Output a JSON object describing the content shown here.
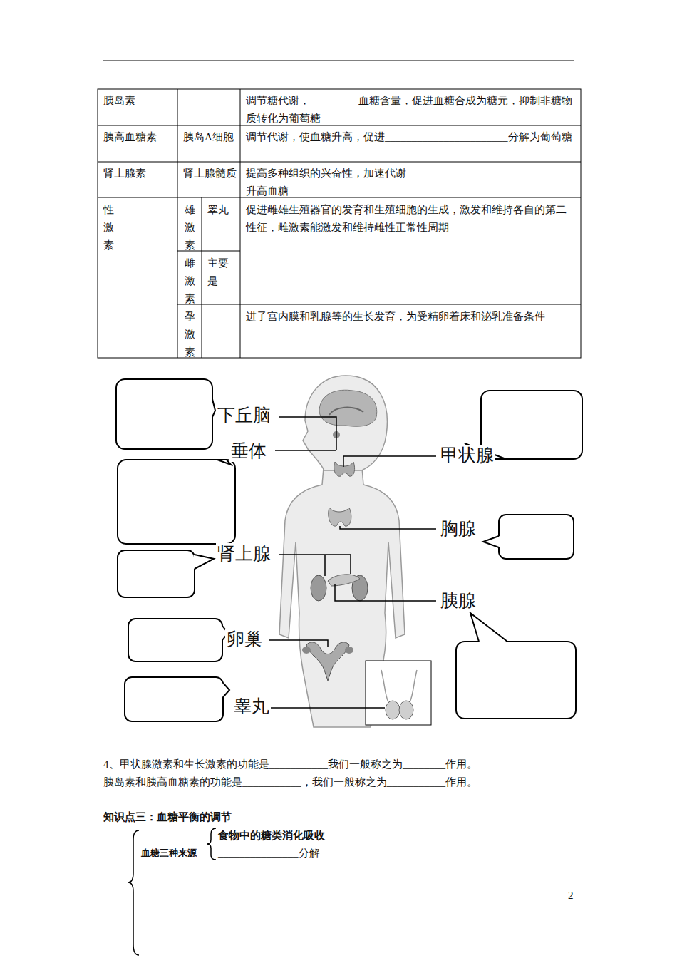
{
  "diagram": {
    "labels": [
      "胰岛素",
      "调节糖代谢，_________血糖含量，促进血糖合成为糖元，抑制非糖物质转化为葡萄糖",
      "胰高血糖素",
      "胰岛A细胞",
      "调节代谢，使血糖升高，促进_______________________分解为葡萄糖",
      "肾上腺素",
      "肾上腺髓质",
      "提高多种组织的兴奋性，加速代谢",
      "升高血糖",
      "性激素",
      "雄激素",
      "睾丸",
      "雌激素",
      "主要是",
      "促进雌雄生殖器官的发育和生殖细胞的生成，激发和维持各自的第二性征，雌激素能激发和维持雌性正常性周期",
      "孕激素",
      "进子宫内膜和乳腺等的生长发育，为受精卵着床和泌乳准备条件",
      "下丘脑",
      "垂体",
      "甲状腺",
      "胸腺",
      "肾上腺",
      "胰腺",
      "卵巢",
      "睾丸",
      "4、甲状腺激素和生长激素的功能是___________我们一般称之为________作用。",
      "胰岛素和胰高血糖素的功能是___________，我们一般称之为___________作用。",
      "知识点三：血糖平衡的调节",
      "血糖三种来源",
      "食物中的糖类消化吸收",
      "_______________分解",
      "2"
    ]
  }
}
